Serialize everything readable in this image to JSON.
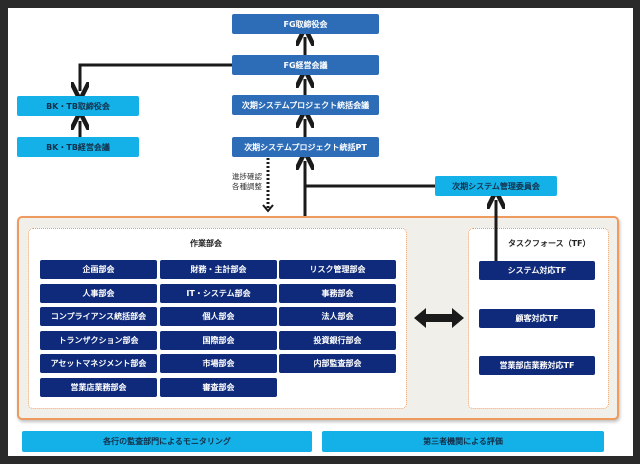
{
  "top_chain": {
    "fg_board": "FG取締役会",
    "fg_management": "FG経営会議",
    "project_council": "次期システムプロジェクト統括会議",
    "project_pt": "次期システムプロジェクト統括PT"
  },
  "bank_chain": {
    "bk_tb_board": "BK・TB取締役会",
    "bk_tb_management": "BK・TB経営会議"
  },
  "management_committee": "次期システム管理委員会",
  "dotted_arrow_note": [
    "進捗確認",
    "各種調整"
  ],
  "working_groups": {
    "title": "作業部会",
    "items": [
      "企画部会",
      "財務・主計部会",
      "リスク管理部会",
      "人事部会",
      "IT・システム部会",
      "事務部会",
      "コンプライアンス統括部会",
      "個人部会",
      "法人部会",
      "トランザクション部会",
      "国際部会",
      "投資銀行部会",
      "アセットマネジメント部会",
      "市場部会",
      "内部監査部会",
      "営業店業務部会",
      "審査部会"
    ]
  },
  "task_force": {
    "title": "タスクフォース（TF）",
    "items": [
      "システム対応TF",
      "顧客対応TF",
      "営業部店業務対応TF"
    ]
  },
  "bottom": {
    "internal_audit": "各行の監査部門によるモニタリング",
    "third_party": "第三者機関による評価"
  },
  "colors": {
    "top_box": "#2d6db8",
    "bank_box": "#13b1e8",
    "group_box": "#0f2a7a",
    "frame_orange": "#ef9a5e"
  }
}
